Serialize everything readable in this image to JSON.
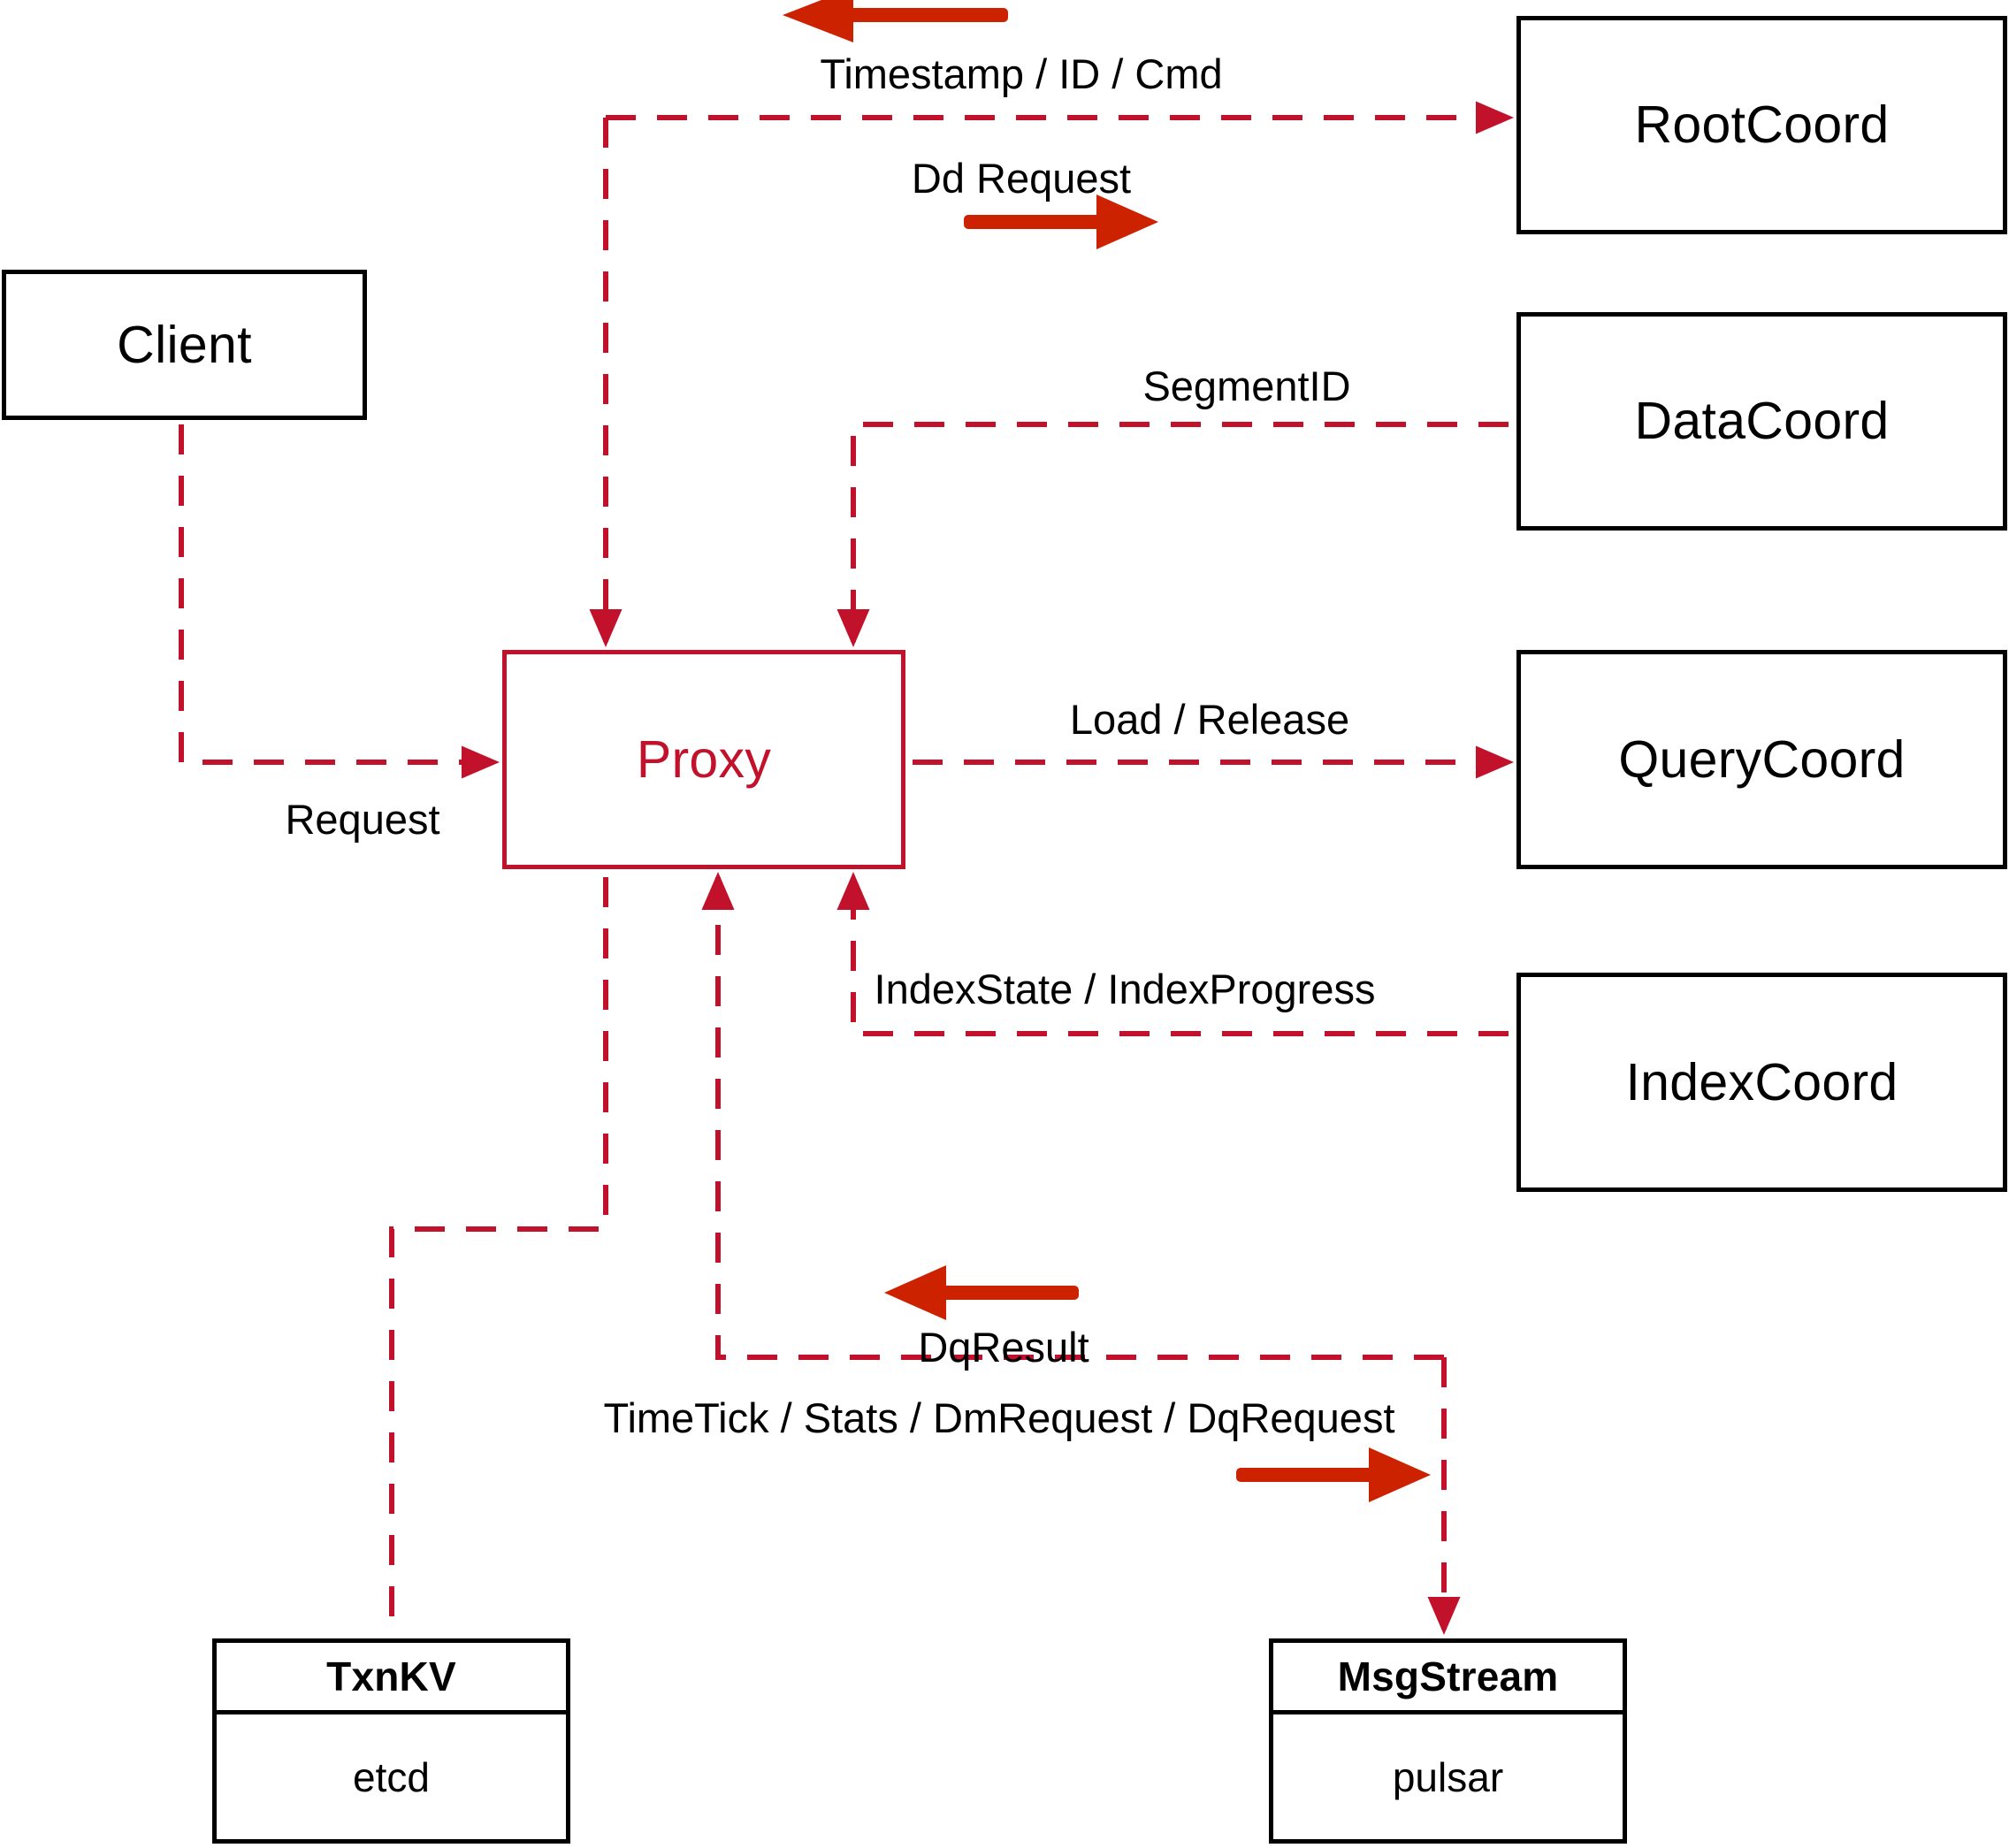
{
  "diagram": {
    "title": "Milvus Proxy interaction diagram",
    "colors": {
      "node_border_black": "#000000",
      "proxy_border_red": "#C2112B",
      "dashed_wire_red": "#C2112B",
      "bold_arrow_red": "#CC2200",
      "background": "#FFFFFF"
    },
    "nodes": [
      {
        "id": "client",
        "label": "Client",
        "style": "black"
      },
      {
        "id": "proxy",
        "label": "Proxy",
        "style": "red"
      },
      {
        "id": "rootcoord",
        "label": "RootCoord",
        "style": "black"
      },
      {
        "id": "datacoord",
        "label": "DataCoord",
        "style": "black"
      },
      {
        "id": "querycoord",
        "label": "QueryCoord",
        "style": "black"
      },
      {
        "id": "indexcoord",
        "label": "IndexCoord",
        "style": "black"
      }
    ],
    "stacked_nodes": [
      {
        "id": "txnkv",
        "header": "TxnKV",
        "body": "etcd"
      },
      {
        "id": "msgstream",
        "header": "MsgStream",
        "body": "pulsar"
      }
    ],
    "edge_labels": [
      {
        "id": "timestamp-id-cmd",
        "text": "Timestamp / ID / Cmd",
        "direction": "left"
      },
      {
        "id": "dd-request",
        "text": "Dd Request",
        "direction": "right"
      },
      {
        "id": "segmentid",
        "text": "SegmentID",
        "direction": "left"
      },
      {
        "id": "load-release",
        "text": "Load / Release",
        "direction": "right"
      },
      {
        "id": "index-state",
        "text": "IndexState / IndexProgress",
        "direction": "left"
      },
      {
        "id": "request",
        "text": "Request",
        "direction": "right"
      },
      {
        "id": "dq-result",
        "text": "DqResult",
        "direction": "left"
      },
      {
        "id": "timetick-stats",
        "text": "TimeTick / Stats / DmRequest / DqRequest",
        "direction": "right"
      }
    ]
  }
}
